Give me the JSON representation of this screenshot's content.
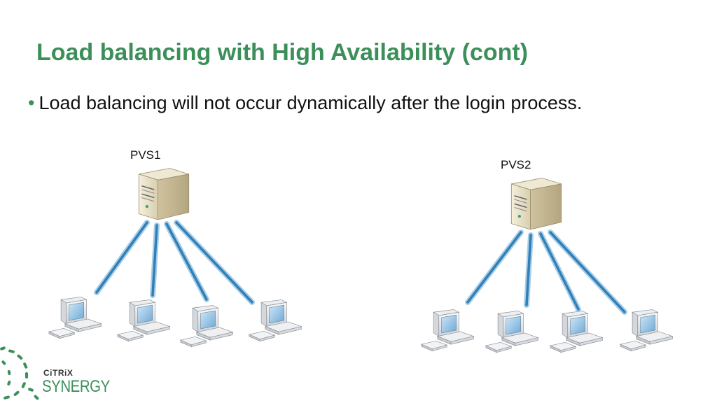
{
  "slide": {
    "title": "Load balancing with High Availability (cont)",
    "bullet": "Load balancing will not occur dynamically after the login process."
  },
  "diagram": {
    "servers": [
      {
        "label": "PVS1",
        "client_count": 4
      },
      {
        "label": "PVS2",
        "client_count": 4
      }
    ],
    "line_color": "#2f7fb8",
    "server_color": "#e8e0c8"
  },
  "logo": {
    "brand": "CiTRiX",
    "product": "SYNERGY",
    "color": "#3d8f5a"
  },
  "colors": {
    "title": "#3d8f5a",
    "text": "#111111"
  }
}
